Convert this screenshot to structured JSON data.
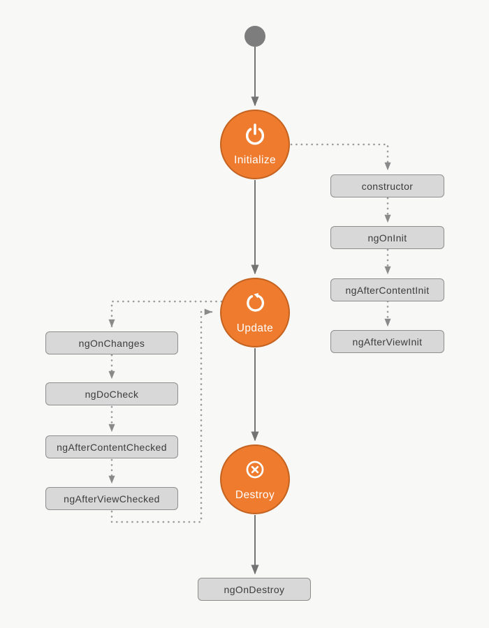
{
  "diagram": {
    "stages": [
      {
        "id": "initialize",
        "label": "Initialize",
        "icon": "power-icon"
      },
      {
        "id": "update",
        "label": "Update",
        "icon": "rotate-ccw-icon"
      },
      {
        "id": "destroy",
        "label": "Destroy",
        "icon": "cancel-icon"
      }
    ],
    "init_hooks": [
      "constructor",
      "ngOnInit",
      "ngAfterContentInit",
      "ngAfterViewInit"
    ],
    "update_hooks": [
      "ngOnChanges",
      "ngDoCheck",
      "ngAfterContentChecked",
      "ngAfterViewChecked"
    ],
    "destroy_hooks": [
      "ngOnDestroy"
    ],
    "colors": {
      "background": "#f8f8f7",
      "stage_fill": "#ef7b2e",
      "stage_border": "#c4621f",
      "stage_text": "#ffffff",
      "hook_fill": "#d8d8d8",
      "hook_border": "#8e8e8e",
      "hook_text": "#3b3b3b",
      "solid_line": "#737373",
      "dotted_line": "#9b9b9b",
      "dotted_arrow": "#8a8a8a",
      "start_fill": "#7d7d7d"
    }
  }
}
